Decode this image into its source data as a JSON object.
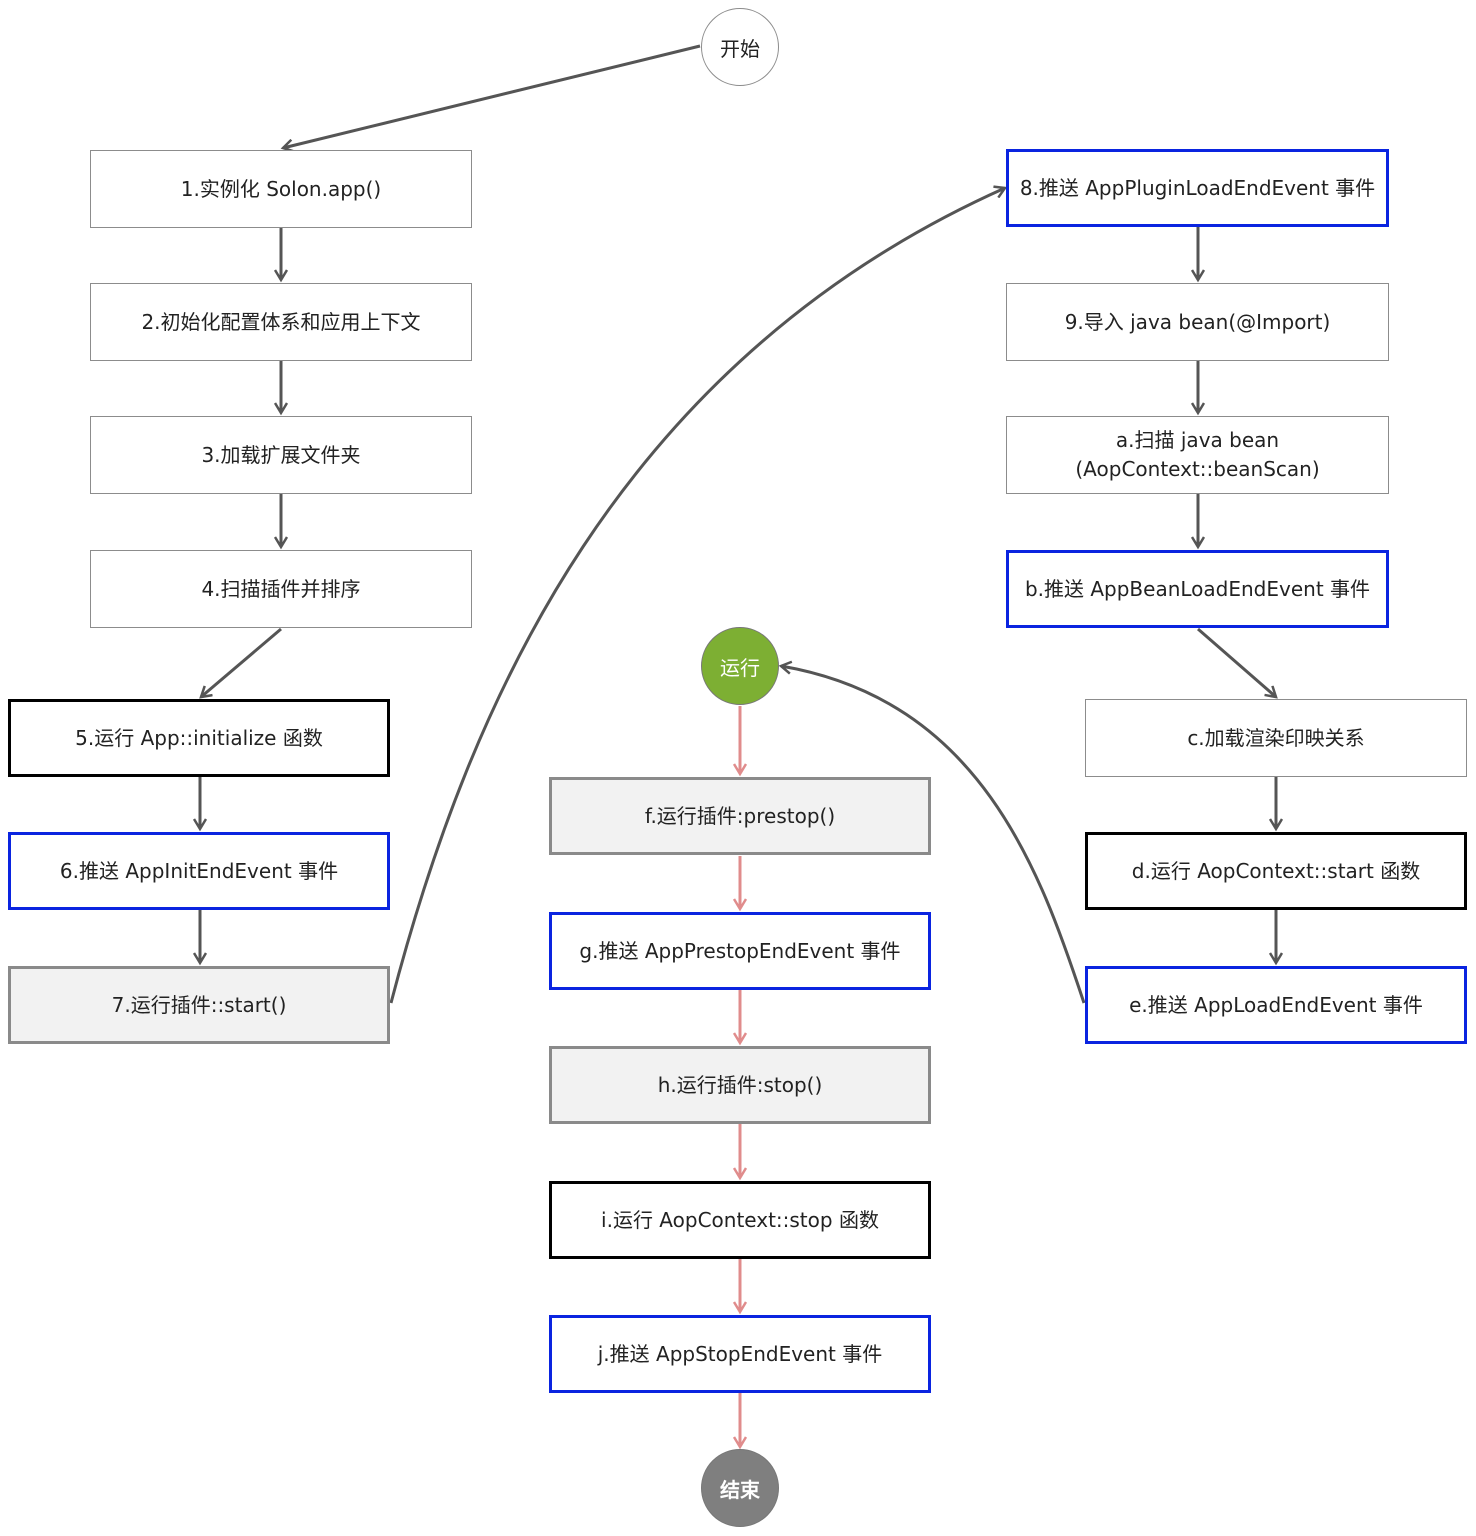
{
  "diagram": {
    "colors": {
      "arrow_dark": "#555555",
      "arrow_pink": "#e08c8c",
      "border_blue": "#0a24e0",
      "run_green": "#7daf33",
      "end_gray": "#7f7f7f",
      "fill_gray": "#f2f2f2"
    },
    "terminals": {
      "start": "开始",
      "run": "运行",
      "end": "结束"
    },
    "steps": {
      "s1": "1.实例化 Solon.app()",
      "s2": "2.初始化配置体系和应用上下文",
      "s3": "3.加载扩展文件夹",
      "s4": "4.扫描插件并排序",
      "s5": "5.运行 App::initialize 函数",
      "s6": "6.推送 AppInitEndEvent 事件",
      "s7": "7.运行插件::start()",
      "s8": "8.推送 AppPluginLoadEndEvent 事件",
      "s9": "9.导入 java bean(@Import)",
      "sa_line1": "a.扫描 java bean",
      "sa_line2": "(AopContext::beanScan)",
      "sb": "b.推送 AppBeanLoadEndEvent 事件",
      "sc": "c.加载渲染印映关系",
      "sd": "d.运行 AopContext::start 函数",
      "se": "e.推送 AppLoadEndEvent 事件",
      "sf": "f.运行插件:prestop()",
      "sg": "g.推送 AppPrestopEndEvent 事件",
      "sh": "h.运行插件:stop()",
      "si": "i.运行 AopContext::stop 函数",
      "sj": "j.推送 AppStopEndEvent 事件"
    }
  }
}
